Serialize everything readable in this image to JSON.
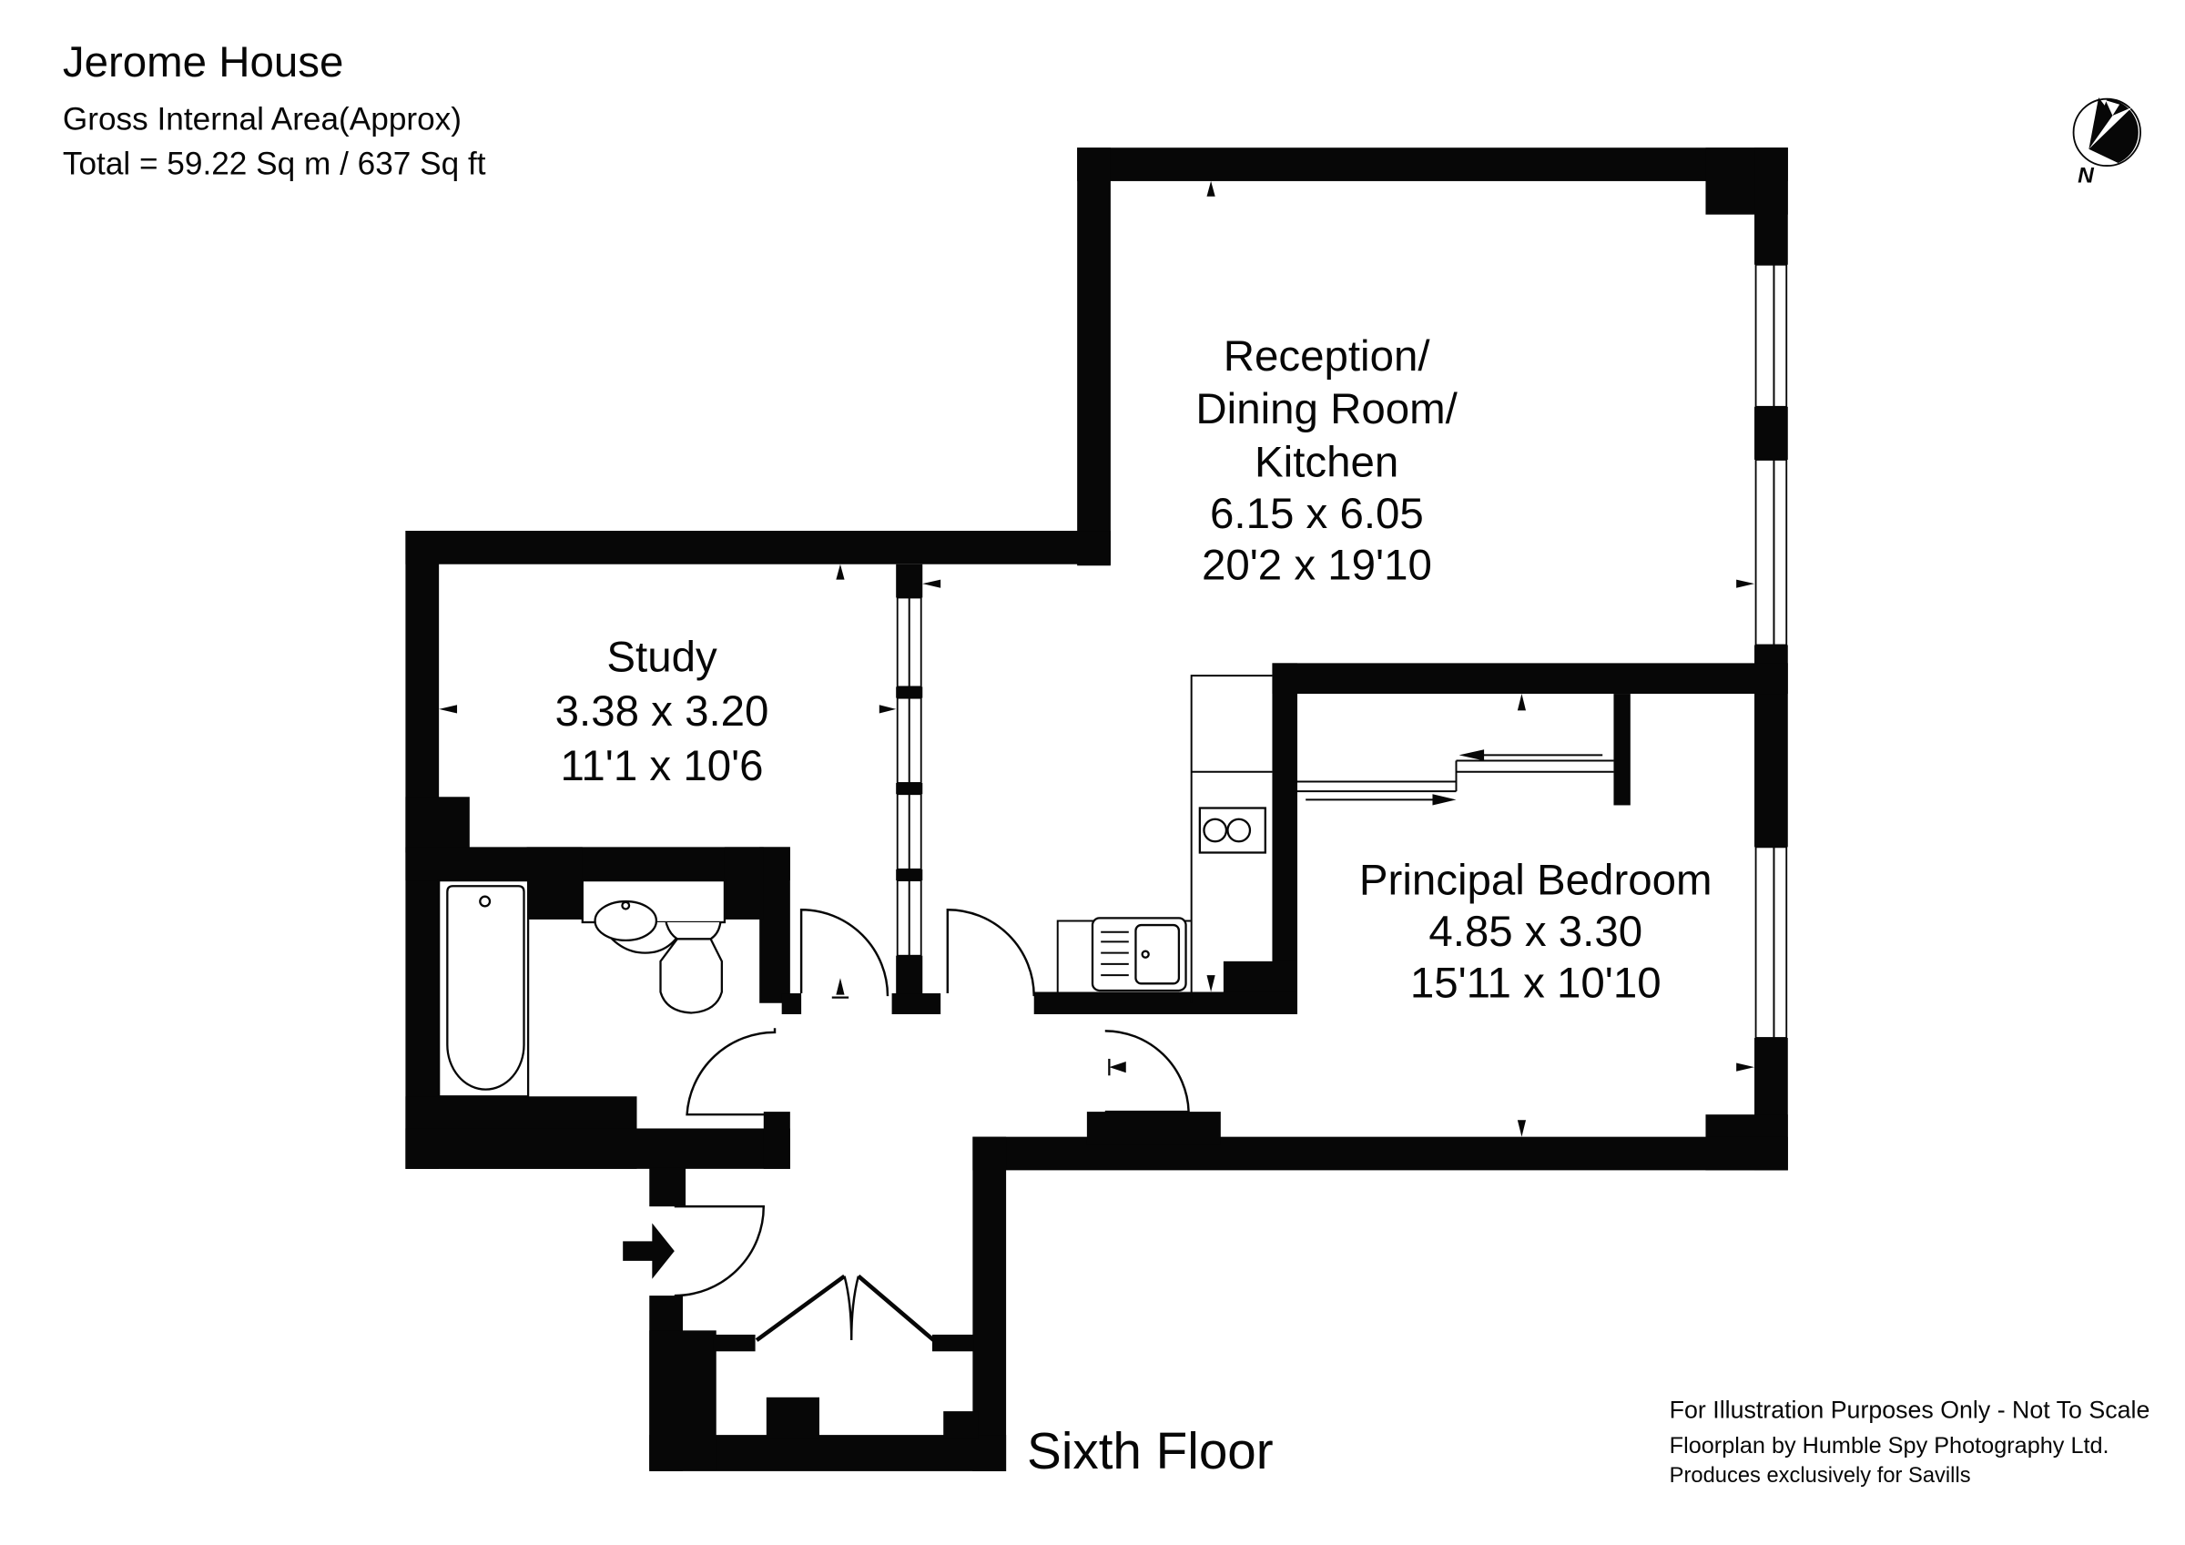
{
  "header": {
    "title": "Jerome House",
    "subtitle": "Gross Internal Area(Approx)",
    "total": "Total = 59.22 Sq m / 637 Sq ft"
  },
  "compass": {
    "icon": "north-arrow-icon",
    "label": "N"
  },
  "rooms": [
    {
      "id": "reception",
      "lines": [
        "Reception/",
        "Dining Room/",
        "Kitchen"
      ],
      "metric": "6.15 x 6.05",
      "imperial": "20'2 x 19'10"
    },
    {
      "id": "study",
      "lines": [
        "Study"
      ],
      "metric": "3.38 x 3.20",
      "imperial": "11'1 x 10'6"
    },
    {
      "id": "principal-bedroom",
      "lines": [
        "Principal Bedroom"
      ],
      "metric": "4.85 x 3.30",
      "imperial": "15'11 x 10'10"
    }
  ],
  "floor_label": "Sixth Floor",
  "footer": {
    "disclaimer": "For Illustration Purposes Only - Not To Scale",
    "credit": "Floorplan by Humble Spy Photography Ltd.",
    "produced_for": "Produces exclusively for Savills"
  },
  "fixtures": [
    "bath-icon",
    "basin-icon",
    "toilet-icon",
    "hob-icon",
    "sink-icon",
    "entrance-arrow-icon"
  ],
  "colors": {
    "ink": "#070707",
    "background": "#ffffff"
  }
}
